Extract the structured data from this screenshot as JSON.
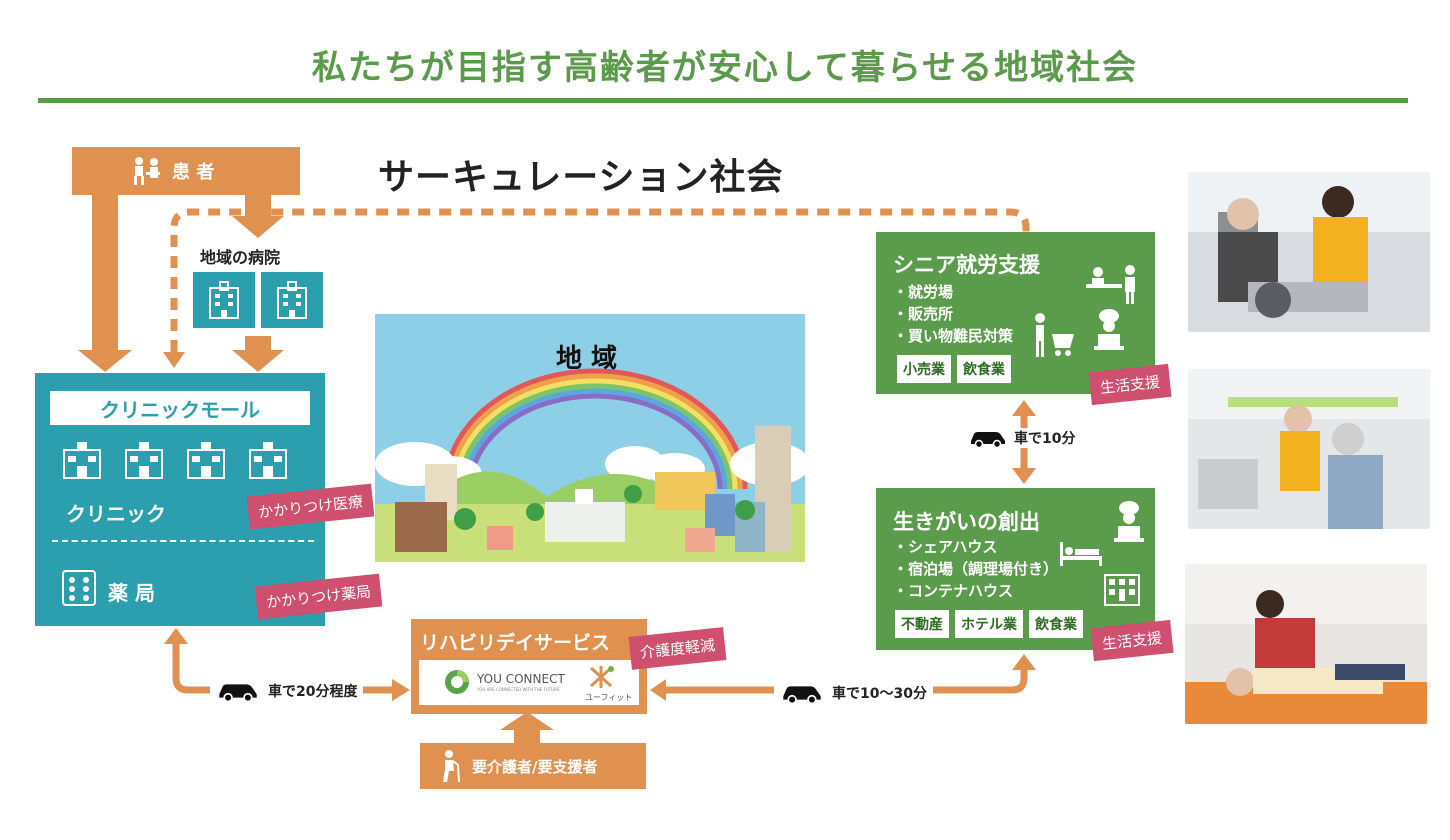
{
  "title": "私たちが目指す高齢者が安心して暮らせる地域社会",
  "subtitle": "サーキュレーション社会",
  "patient": {
    "label": "患 者"
  },
  "hospital": {
    "label": "地域の病院"
  },
  "clinic_mall": {
    "header": "クリニックモール",
    "clinic_label": "クリニック",
    "pharmacy_label": "薬 局",
    "tag_clinic": "かかりつけ医療",
    "tag_pharmacy": "かかりつけ薬局"
  },
  "region": {
    "label": "地 域"
  },
  "senior_work": {
    "title": "シニア就労支援",
    "bullets": [
      "・就労場",
      "・販売所",
      "・買い物難民対策"
    ],
    "tags": [
      "小売業",
      "飲食業"
    ],
    "support_tag": "生活支援"
  },
  "ikigai": {
    "title": "生きがいの創出",
    "bullets": [
      "・シェアハウス",
      "・宿泊場（調理場付き）",
      "・コンテナハウス"
    ],
    "tags": [
      "不動産",
      "ホテル業",
      "飲食業"
    ],
    "support_tag": "生活支援"
  },
  "rehab": {
    "title": "リハビリデイサービス",
    "tag": "介護度軽減",
    "logo_left": "YOU CONNECT",
    "logo_left_sub": "YOU ARE CONNECTED WITH THE FUTURE",
    "logo_right": "ユーフィット"
  },
  "care_recipient": {
    "label": "要介護者/要支援者"
  },
  "routes": {
    "car_20": "車で20分程度",
    "car_10": "車で10分",
    "car_10_30": "車で10～30分"
  },
  "colors": {
    "green": "#5b9b4c",
    "orange": "#e0904f",
    "teal": "#2b9fae",
    "pink": "#cf4f6e"
  }
}
